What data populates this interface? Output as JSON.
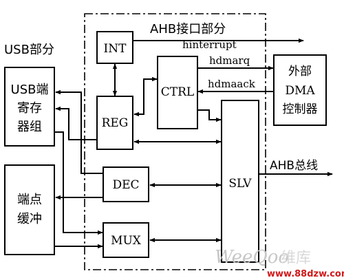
{
  "regions": {
    "usb": "USB部分",
    "ahb_interface": "AHB接口部分"
  },
  "blocks": {
    "int": "INT",
    "reg": "REG",
    "ctrl": "CTRL",
    "dec": "DEC",
    "mux": "MUX",
    "slv": "SLV",
    "usb_reg_group": [
      "USB端",
      "寄存",
      "器组"
    ],
    "endpoint_buffer": [
      "端点",
      "缓冲"
    ],
    "external_dma": [
      "外部",
      "DMA",
      "控制器"
    ]
  },
  "signals": {
    "hinterrupt": "hinterrupt",
    "hdmarq": "hdmarq",
    "hdmaack": "hdmaack",
    "ahb_bus": "AHB总线"
  },
  "watermark": {
    "brand": "WeeQoo",
    "brand_cn": "维库",
    "url": "www.88dzw.com"
  }
}
